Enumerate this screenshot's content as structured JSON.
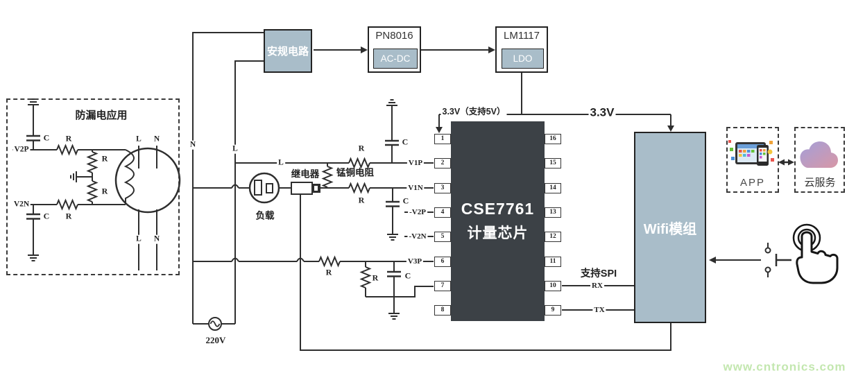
{
  "leakage": {
    "title": "防漏电应用",
    "v2p": "V2P",
    "v2n": "V2N",
    "live": "L",
    "neutral": "N"
  },
  "components": {
    "resistor": "R",
    "capacitor": "C"
  },
  "mains": {
    "voltage": "220V",
    "live": "L",
    "neutral": "N",
    "load": "负载",
    "relay": "继电器",
    "shunt": "锰铜电阻"
  },
  "power": {
    "safety": "安规电路",
    "acdc_part": "PN8016",
    "acdc_type": "AC-DC",
    "ldo_part": "LM1117",
    "ldo_type": "LDO"
  },
  "rails": {
    "chip_supply": "3.3V（支持5V）",
    "wifi_supply": "3.3V"
  },
  "chip": {
    "part": "CSE7761",
    "type": "计量芯片",
    "pins_left": [
      "1",
      "2",
      "3",
      "4",
      "5",
      "6",
      "7",
      "8"
    ],
    "pins_right": [
      "16",
      "15",
      "14",
      "13",
      "12",
      "11",
      "10",
      "9"
    ],
    "signals": {
      "v1p": "V1P",
      "v1n": "V1N",
      "v2p": "-V2P",
      "v2n": "-V2N",
      "v3p": "V3P",
      "rx": "RX",
      "tx": "TX"
    },
    "spi_note": "支持SPI"
  },
  "wifi": {
    "label": "Wifi模组"
  },
  "remote": {
    "app": "APP",
    "cloud": "云服务"
  },
  "watermark": "www.cntronics.com",
  "colors": {
    "block_fill": "#a9bdc9",
    "chip_fill": "#3c4146",
    "wire": "#2e2e2e",
    "watermark": "#c3e7af"
  }
}
